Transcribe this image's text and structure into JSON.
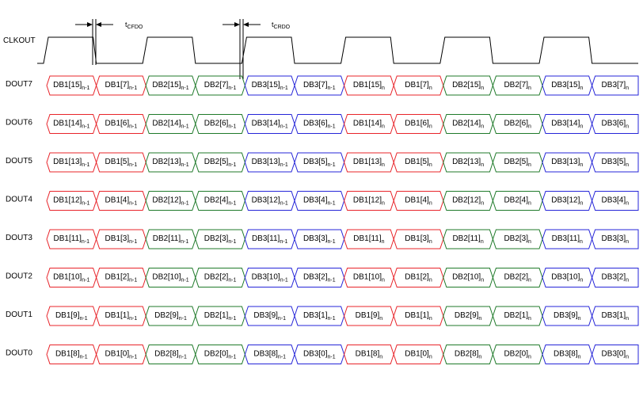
{
  "clock": {
    "label": "CLKOUT",
    "timing_fall": "t",
    "timing_fall_sub": "CFDO",
    "timing_rise": "t",
    "timing_rise_sub": "CRDO"
  },
  "colors": {
    "DB1": "#e8242a",
    "DB2": "#1f7a2a",
    "DB3": "#2525d8",
    "line": "#000000"
  },
  "rows": [
    {
      "label": "DOUT7",
      "cells": [
        {
          "g": "DB1",
          "b": "DB1[15]",
          "s": "n-1"
        },
        {
          "g": "DB1",
          "b": "DB1[7]",
          "s": "n-1"
        },
        {
          "g": "DB2",
          "b": "DB2[15]",
          "s": "n-1"
        },
        {
          "g": "DB2",
          "b": "DB2[7]",
          "s": "n-1"
        },
        {
          "g": "DB3",
          "b": "DB3[15]",
          "s": "n-1"
        },
        {
          "g": "DB3",
          "b": "DB3[7]",
          "s": "n-1"
        },
        {
          "g": "DB1",
          "b": "DB1[15]",
          "s": "n"
        },
        {
          "g": "DB1",
          "b": "DB1[7]",
          "s": "n"
        },
        {
          "g": "DB2",
          "b": "DB2[15]",
          "s": "n"
        },
        {
          "g": "DB2",
          "b": "DB2[7]",
          "s": "n"
        },
        {
          "g": "DB3",
          "b": "DB3[15]",
          "s": "n"
        },
        {
          "g": "DB3",
          "b": "DB3[7]",
          "s": "n"
        }
      ]
    },
    {
      "label": "DOUT6",
      "cells": [
        {
          "g": "DB1",
          "b": "DB1[14]",
          "s": "n-1"
        },
        {
          "g": "DB1",
          "b": "DB1[6]",
          "s": "n-1"
        },
        {
          "g": "DB2",
          "b": "DB2[14]",
          "s": "n-1"
        },
        {
          "g": "DB2",
          "b": "DB2[6]",
          "s": "n-1"
        },
        {
          "g": "DB3",
          "b": "DB3[14]",
          "s": "n-1"
        },
        {
          "g": "DB3",
          "b": "DB3[6]",
          "s": "n-1"
        },
        {
          "g": "DB1",
          "b": "DB1[14]",
          "s": "n"
        },
        {
          "g": "DB1",
          "b": "DB1[6]",
          "s": "n"
        },
        {
          "g": "DB2",
          "b": "DB2[14]",
          "s": "n"
        },
        {
          "g": "DB2",
          "b": "DB2[6]",
          "s": "n"
        },
        {
          "g": "DB3",
          "b": "DB3[14]",
          "s": "n"
        },
        {
          "g": "DB3",
          "b": "DB3[6]",
          "s": "n"
        }
      ]
    },
    {
      "label": "DOUT5",
      "cells": [
        {
          "g": "DB1",
          "b": "DB1[13]",
          "s": "n-1"
        },
        {
          "g": "DB1",
          "b": "DB1[5]",
          "s": "n-1"
        },
        {
          "g": "DB2",
          "b": "DB2[13]",
          "s": "n-1"
        },
        {
          "g": "DB2",
          "b": "DB2[5]",
          "s": "n-1"
        },
        {
          "g": "DB3",
          "b": "DB3[13]",
          "s": "n-1"
        },
        {
          "g": "DB3",
          "b": "DB3[5]",
          "s": "n-1"
        },
        {
          "g": "DB1",
          "b": "DB1[13]",
          "s": "n"
        },
        {
          "g": "DB1",
          "b": "DB1[5]",
          "s": "n"
        },
        {
          "g": "DB2",
          "b": "DB2[13]",
          "s": "n"
        },
        {
          "g": "DB2",
          "b": "DB2[5]",
          "s": "n"
        },
        {
          "g": "DB3",
          "b": "DB3[13]",
          "s": "n"
        },
        {
          "g": "DB3",
          "b": "DB3[5]",
          "s": "n"
        }
      ]
    },
    {
      "label": "DOUT4",
      "cells": [
        {
          "g": "DB1",
          "b": "DB1[12]",
          "s": "n-1"
        },
        {
          "g": "DB1",
          "b": "DB1[4]",
          "s": "n-1"
        },
        {
          "g": "DB2",
          "b": "DB2[12]",
          "s": "n-1"
        },
        {
          "g": "DB2",
          "b": "DB2[4]",
          "s": "n-1"
        },
        {
          "g": "DB3",
          "b": "DB3[12]",
          "s": "n-1"
        },
        {
          "g": "DB3",
          "b": "DB3[4]",
          "s": "n-1"
        },
        {
          "g": "DB1",
          "b": "DB1[12]",
          "s": "n"
        },
        {
          "g": "DB1",
          "b": "DB1[4]",
          "s": "n"
        },
        {
          "g": "DB2",
          "b": "DB2[12]",
          "s": "n"
        },
        {
          "g": "DB2",
          "b": "DB2[4]",
          "s": "n"
        },
        {
          "g": "DB3",
          "b": "DB3[12]",
          "s": "n"
        },
        {
          "g": "DB3",
          "b": "DB3[4]",
          "s": "n"
        }
      ]
    },
    {
      "label": "DOUT3",
      "cells": [
        {
          "g": "DB1",
          "b": "DB1[11]",
          "s": "n-1"
        },
        {
          "g": "DB1",
          "b": "DB1[3]",
          "s": "n-1"
        },
        {
          "g": "DB2",
          "b": "DB2[11]",
          "s": "n-1"
        },
        {
          "g": "DB2",
          "b": "DB2[3]",
          "s": "n-1"
        },
        {
          "g": "DB3",
          "b": "DB3[11]",
          "s": "n-1"
        },
        {
          "g": "DB3",
          "b": "DB3[3]",
          "s": "n-1"
        },
        {
          "g": "DB1",
          "b": "DB1[11]",
          "s": "n"
        },
        {
          "g": "DB1",
          "b": "DB1[3]",
          "s": "n"
        },
        {
          "g": "DB2",
          "b": "DB2[11]",
          "s": "n"
        },
        {
          "g": "DB2",
          "b": "DB2[3]",
          "s": "n"
        },
        {
          "g": "DB3",
          "b": "DB3[11]",
          "s": "n"
        },
        {
          "g": "DB3",
          "b": "DB3[3]",
          "s": "n"
        }
      ]
    },
    {
      "label": "DOUT2",
      "cells": [
        {
          "g": "DB1",
          "b": "DB1[10]",
          "s": "n-1"
        },
        {
          "g": "DB1",
          "b": "DB1[2]",
          "s": "n-1"
        },
        {
          "g": "DB2",
          "b": "DB2[10]",
          "s": "n-1"
        },
        {
          "g": "DB2",
          "b": "DB2[2]",
          "s": "n-1"
        },
        {
          "g": "DB3",
          "b": "DB3[10]",
          "s": "n-1"
        },
        {
          "g": "DB3",
          "b": "DB3[2]",
          "s": "n-1"
        },
        {
          "g": "DB1",
          "b": "DB1[10]",
          "s": "n"
        },
        {
          "g": "DB1",
          "b": "DB1[2]",
          "s": "n"
        },
        {
          "g": "DB2",
          "b": "DB2[10]",
          "s": "n"
        },
        {
          "g": "DB2",
          "b": "DB2[2]",
          "s": "n"
        },
        {
          "g": "DB3",
          "b": "DB3[10]",
          "s": "n"
        },
        {
          "g": "DB3",
          "b": "DB3[2]",
          "s": "n"
        }
      ]
    },
    {
      "label": "DOUT1",
      "cells": [
        {
          "g": "DB1",
          "b": "DB1[9]",
          "s": "n-1"
        },
        {
          "g": "DB1",
          "b": "DB1[1]",
          "s": "n-1"
        },
        {
          "g": "DB2",
          "b": "DB2[9]",
          "s": "n-1"
        },
        {
          "g": "DB2",
          "b": "DB2[1]",
          "s": "n-1"
        },
        {
          "g": "DB3",
          "b": "DB3[9]",
          "s": "n-1"
        },
        {
          "g": "DB3",
          "b": "DB3[1]",
          "s": "n-1"
        },
        {
          "g": "DB1",
          "b": "DB1[9]",
          "s": "n"
        },
        {
          "g": "DB1",
          "b": "DB1[1]",
          "s": "n"
        },
        {
          "g": "DB2",
          "b": "DB2[9]",
          "s": "n"
        },
        {
          "g": "DB2",
          "b": "DB2[1]",
          "s": "n"
        },
        {
          "g": "DB3",
          "b": "DB3[9]",
          "s": "n"
        },
        {
          "g": "DB3",
          "b": "DB3[1]",
          "s": "n"
        }
      ]
    },
    {
      "label": "DOUT0",
      "cells": [
        {
          "g": "DB1",
          "b": "DB1[8]",
          "s": "n-1"
        },
        {
          "g": "DB1",
          "b": "DB1[0]",
          "s": "n-1"
        },
        {
          "g": "DB2",
          "b": "DB2[8]",
          "s": "n-1"
        },
        {
          "g": "DB2",
          "b": "DB2[0]",
          "s": "n-1"
        },
        {
          "g": "DB3",
          "b": "DB3[8]",
          "s": "n-1"
        },
        {
          "g": "DB3",
          "b": "DB3[0]",
          "s": "n-1"
        },
        {
          "g": "DB1",
          "b": "DB1[8]",
          "s": "n"
        },
        {
          "g": "DB1",
          "b": "DB1[0]",
          "s": "n"
        },
        {
          "g": "DB2",
          "b": "DB2[8]",
          "s": "n"
        },
        {
          "g": "DB2",
          "b": "DB2[0]",
          "s": "n"
        },
        {
          "g": "DB3",
          "b": "DB3[8]",
          "s": "n"
        },
        {
          "g": "DB3",
          "b": "DB3[0]",
          "s": "n"
        }
      ]
    }
  ]
}
